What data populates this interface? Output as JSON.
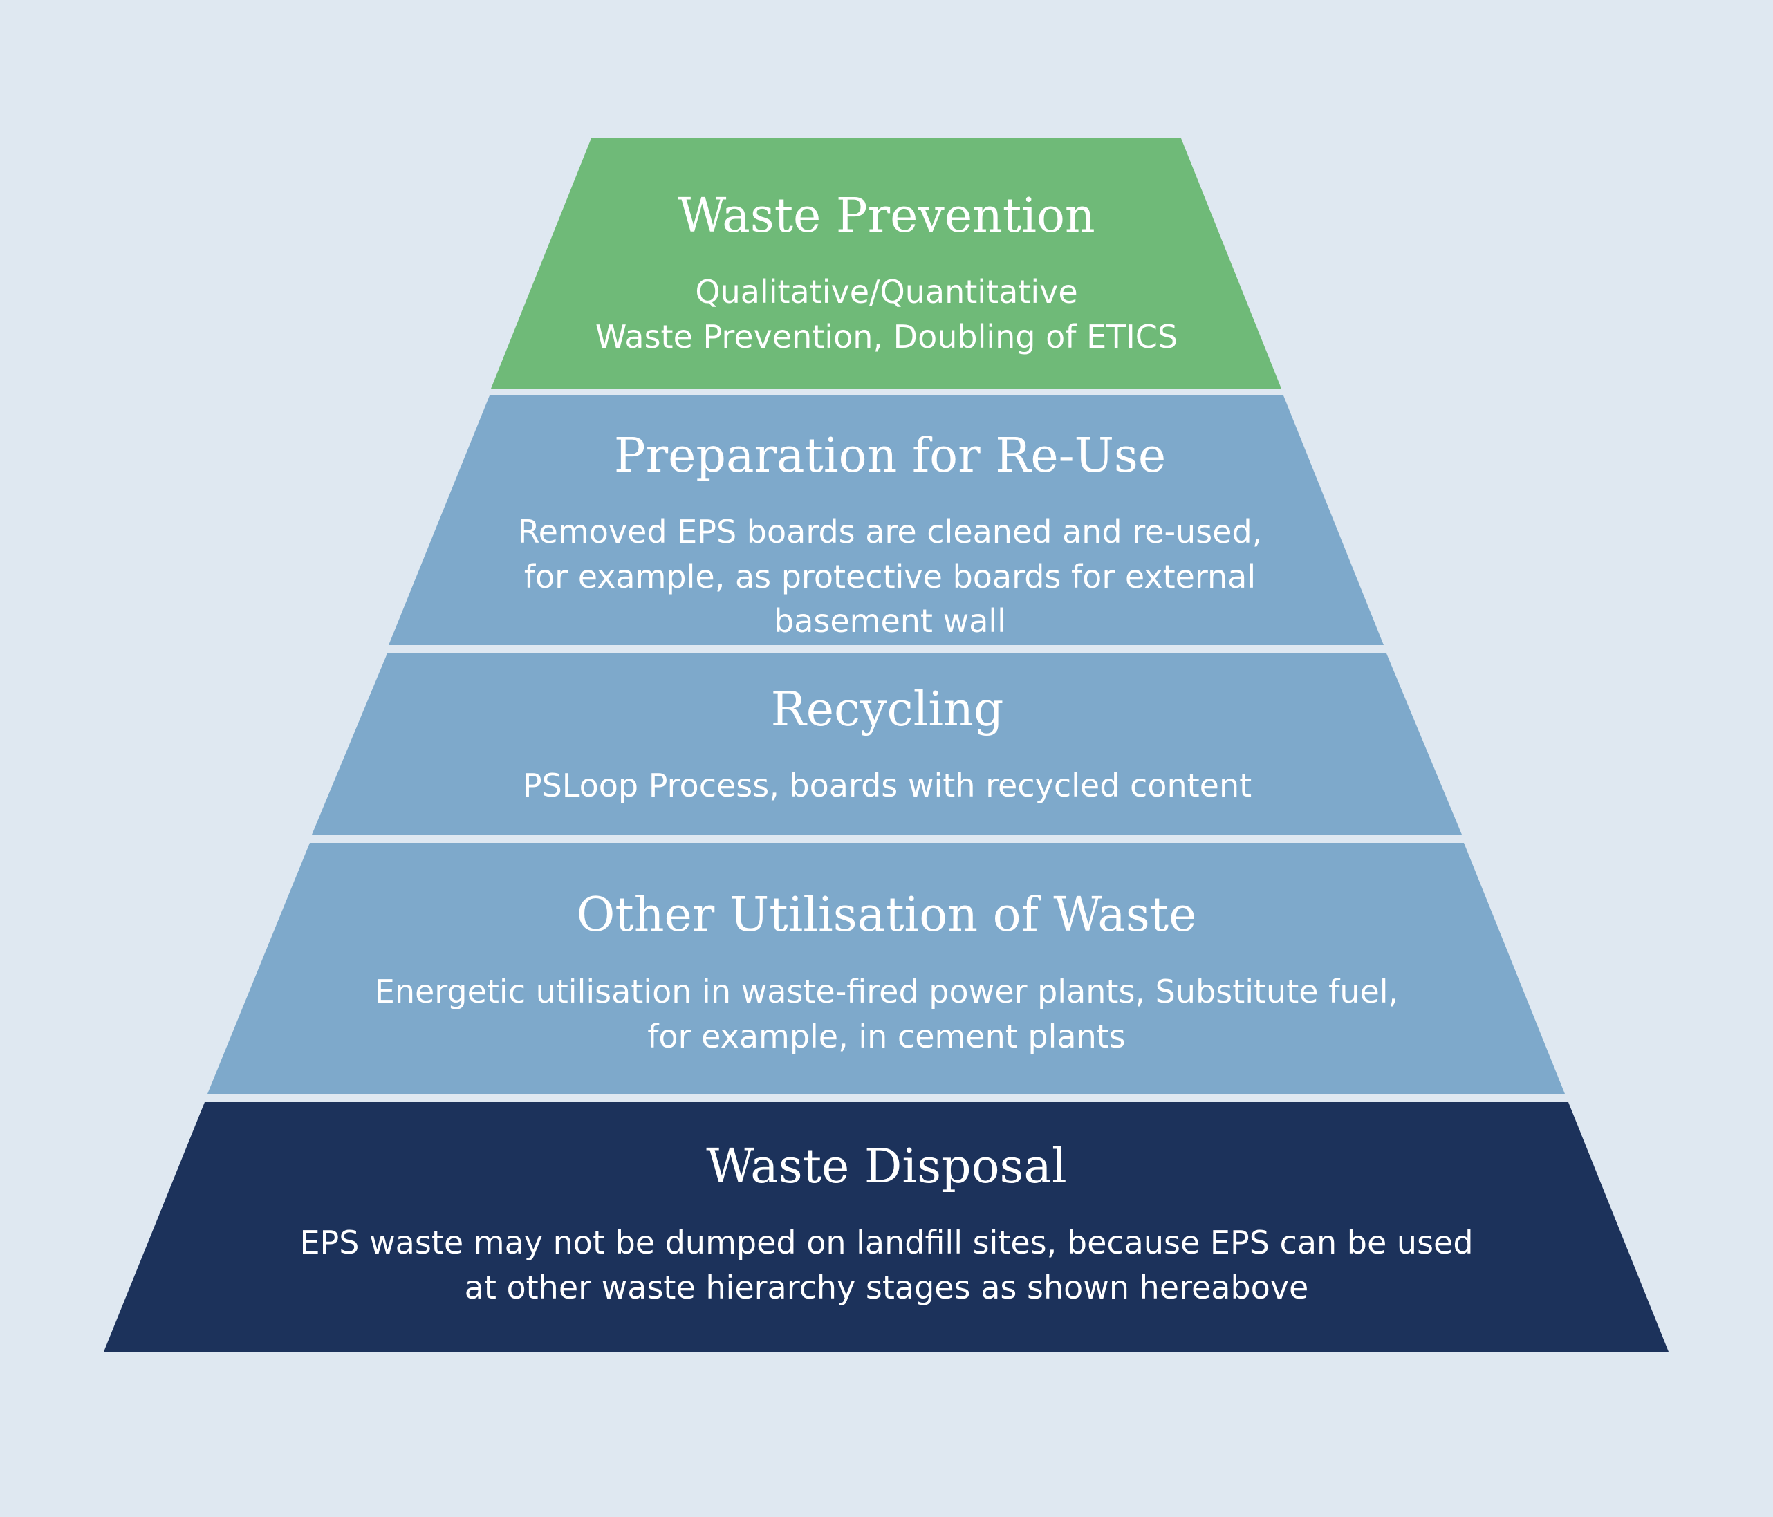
{
  "colors": {
    "background": "#dfe8f1",
    "top_tier": "#6fba78",
    "middle_tier": "#7ea9cb",
    "bottom_tier": "#1c325b",
    "text": "#ffffff"
  },
  "tiers": [
    {
      "title": "Waste Prevention",
      "lines": [
        "Qualitative/Quantitative",
        "Waste Prevention, Doubling of ETICS"
      ]
    },
    {
      "title": "Preparation for Re-Use",
      "lines": [
        "Removed EPS boards are cleaned and re-used,",
        "for example, as protective boards for external",
        "basement wall"
      ]
    },
    {
      "title": "Recycling",
      "lines": [
        "PSLoop Process, boards with recycled content"
      ]
    },
    {
      "title": "Other Utilisation of Waste",
      "lines": [
        "Energetic utilisation in waste-fired power plants, Substitute fuel,",
        "for example, in cement plants"
      ]
    },
    {
      "title": "Waste Disposal",
      "lines": [
        "EPS waste may not be dumped on landfill sites, because EPS can be used",
        "at other waste hierarchy stages as shown hereabove"
      ]
    }
  ]
}
